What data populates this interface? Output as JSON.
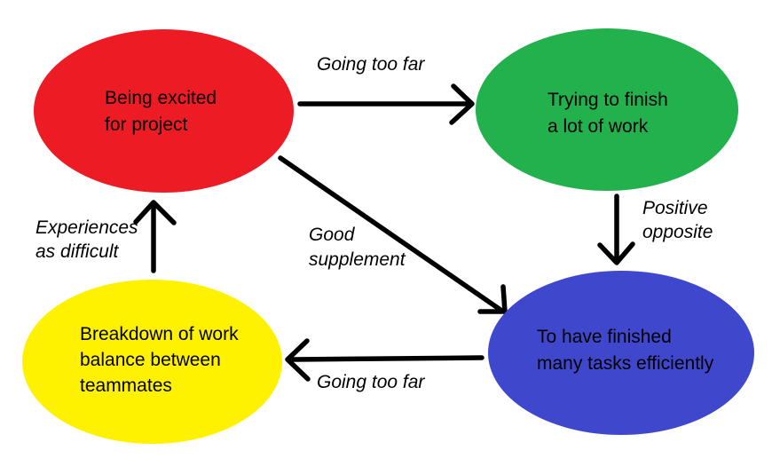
{
  "diagram": {
    "background_color": "#ffffff",
    "arrow_color": "#000000",
    "text_color": "#000000",
    "nodes": [
      {
        "id": "being-excited",
        "label": "Being excited\nfor project",
        "color": "#ed1c24"
      },
      {
        "id": "trying-to-finish",
        "label": "Trying to finish\na lot of work",
        "color": "#22b14c"
      },
      {
        "id": "finished-tasks",
        "label": "To have finished\nmany tasks efficiently",
        "color": "#3f48cc"
      },
      {
        "id": "work-breakdown",
        "label": "Breakdown of work\nbalance between\nteammates",
        "color": "#fff200"
      }
    ],
    "edges": [
      {
        "from": "being-excited",
        "to": "trying-to-finish",
        "label": "Going too far"
      },
      {
        "from": "trying-to-finish",
        "to": "finished-tasks",
        "label": "Positive\nopposite"
      },
      {
        "from": "being-excited",
        "to": "finished-tasks",
        "label": "Good\nsupplement"
      },
      {
        "from": "finished-tasks",
        "to": "work-breakdown",
        "label": "Going too far"
      },
      {
        "from": "work-breakdown",
        "to": "being-excited",
        "label": "Experiences\nas difficult"
      }
    ]
  }
}
